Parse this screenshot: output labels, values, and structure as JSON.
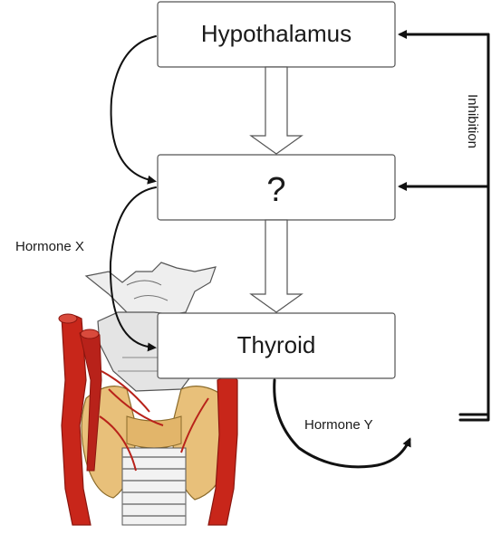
{
  "boxes": {
    "top": "Hypothalamus",
    "middle": "?",
    "bottom": "Thyroid"
  },
  "labels": {
    "feedback": "Inhibition",
    "hormone_x": "Hormone X",
    "hormone_y": "Hormone Y"
  },
  "colors": {
    "artery": "#c8261a",
    "artery_dark": "#8a160f",
    "gland": "#e8c07a",
    "cartilage": "#e9e9e9",
    "line": "#111111"
  }
}
